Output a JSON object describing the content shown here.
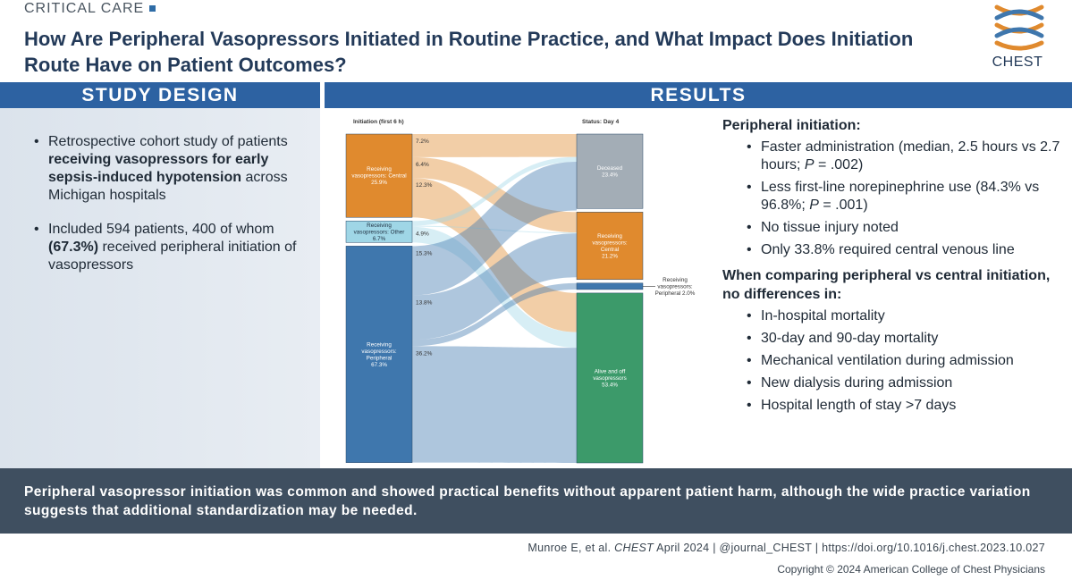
{
  "header": {
    "category": "CRITICAL CARE",
    "title": "How Are Peripheral Vasopressors Initiated in Routine Practice, and What Impact Does Initiation Route Have on Patient Outcomes?",
    "logo_text": "CHEST"
  },
  "study_design": {
    "heading": "STUDY DESIGN",
    "bullets": [
      {
        "pre": "Retrospective cohort study of patients ",
        "bold": "receiving vasopressors for early sepsis-induced hypotension",
        "post": " across Michigan hospitals"
      },
      {
        "pre": "Included 594 patients, 400 of whom ",
        "bold": "(67.3%)",
        "post": " received peripheral initiation of vasopressors"
      }
    ]
  },
  "results": {
    "heading": "RESULTS",
    "peripheral_heading": "Peripheral initiation:",
    "peripheral_bullets": [
      {
        "pre": "Faster administration (median, 2.5 hours vs 2.7 hours; ",
        "ital": "P",
        "post": " = .002)"
      },
      {
        "pre": "Less first-line norepinephrine use (84.3% vs 96.8%; ",
        "ital": "P",
        "post": " = .001)"
      },
      {
        "pre": "No tissue injury noted",
        "ital": "",
        "post": ""
      },
      {
        "pre": "Only 33.8% required central venous line",
        "ital": "",
        "post": ""
      }
    ],
    "comparison_heading": "When comparing peripheral vs central initiation, no differences in:",
    "comparison_bullets": [
      "In-hospital mortality",
      "30-day and 90-day mortality",
      "Mechanical ventilation during admission",
      "New dialysis during admission",
      "Hospital length of stay >7 days"
    ]
  },
  "sankey": {
    "left_title": "Initiation (first 6 h)",
    "right_title": "Status: Day 4",
    "left_nodes": [
      {
        "id": "central",
        "label": [
          "Receiving",
          "vasopressors: Central",
          "25.9%"
        ],
        "value": 25.9,
        "color": "#e08a2e"
      },
      {
        "id": "other",
        "label": [
          "Receiving",
          "vasopressors: Other",
          "6.7%"
        ],
        "value": 6.7,
        "color": "#9fd6e6"
      },
      {
        "id": "peripheral",
        "label": [
          "Receiving",
          "vasopressors:",
          "Peripheral",
          "67.3%"
        ],
        "value": 67.3,
        "color": "#3f77ad"
      }
    ],
    "right_nodes": [
      {
        "id": "deceased",
        "label": [
          "Deceased",
          "23.4%"
        ],
        "value": 23.4,
        "color": "#a3adb6"
      },
      {
        "id": "r_central",
        "label": [
          "Receiving",
          "vasopressors:",
          "Central",
          "21.2%"
        ],
        "value": 21.2,
        "color": "#e08a2e"
      },
      {
        "id": "r_peripheral",
        "label": [
          "Receiving",
          "vasopressors:",
          "Peripheral 2.0%"
        ],
        "value": 2.0,
        "color": "#3f77ad"
      },
      {
        "id": "alive",
        "label": [
          "Alive and off",
          "vasopressors",
          "53.4%"
        ],
        "value": 53.4,
        "color": "#3c9a6a"
      }
    ],
    "flows": [
      {
        "from": "central",
        "to": "deceased",
        "value": 7.2,
        "label": "7.2%"
      },
      {
        "from": "central",
        "to": "r_central",
        "value": 6.4,
        "label": "6.4%"
      },
      {
        "from": "central",
        "to": "alive",
        "value": 12.3,
        "label": "12.3%"
      },
      {
        "from": "other",
        "to": "deceased",
        "value": 1.5,
        "label": ""
      },
      {
        "from": "other",
        "to": "r_central",
        "value": 0.3,
        "label": ""
      },
      {
        "from": "other",
        "to": "alive",
        "value": 4.9,
        "label": "4.9%"
      },
      {
        "from": "peripheral",
        "to": "deceased",
        "value": 15.3,
        "label": "15.3%"
      },
      {
        "from": "peripheral",
        "to": "r_central",
        "value": 13.8,
        "label": "13.8%"
      },
      {
        "from": "peripheral",
        "to": "r_peripheral",
        "value": 2.0,
        "label": ""
      },
      {
        "from": "peripheral",
        "to": "alive",
        "value": 36.2,
        "label": "36.2%"
      }
    ]
  },
  "footer": {
    "conclusion": "Peripheral vasopressor initiation was common and showed practical benefits without apparent patient harm, although the wide practice variation suggests that additional standardization may be needed.",
    "citation_pre": "Munroe E, et al. ",
    "citation_journal": "CHEST",
    "citation_post": " April 2024  |  @journal_CHEST  |  https://doi.org/10.1016/j.chest.2023.10.027",
    "copyright": "Copyright © 2024 American College of Chest Physicians"
  }
}
